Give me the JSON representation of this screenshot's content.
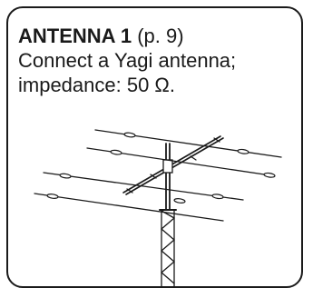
{
  "callout": {
    "heading": "ANTENNA 1",
    "page_ref": "(p. 9)",
    "line2": "Connect a Yagi antenna;",
    "line3": "impedance: 50 Ω."
  },
  "illustration": {
    "icon": "yagi-antenna-on-tower-icon"
  }
}
